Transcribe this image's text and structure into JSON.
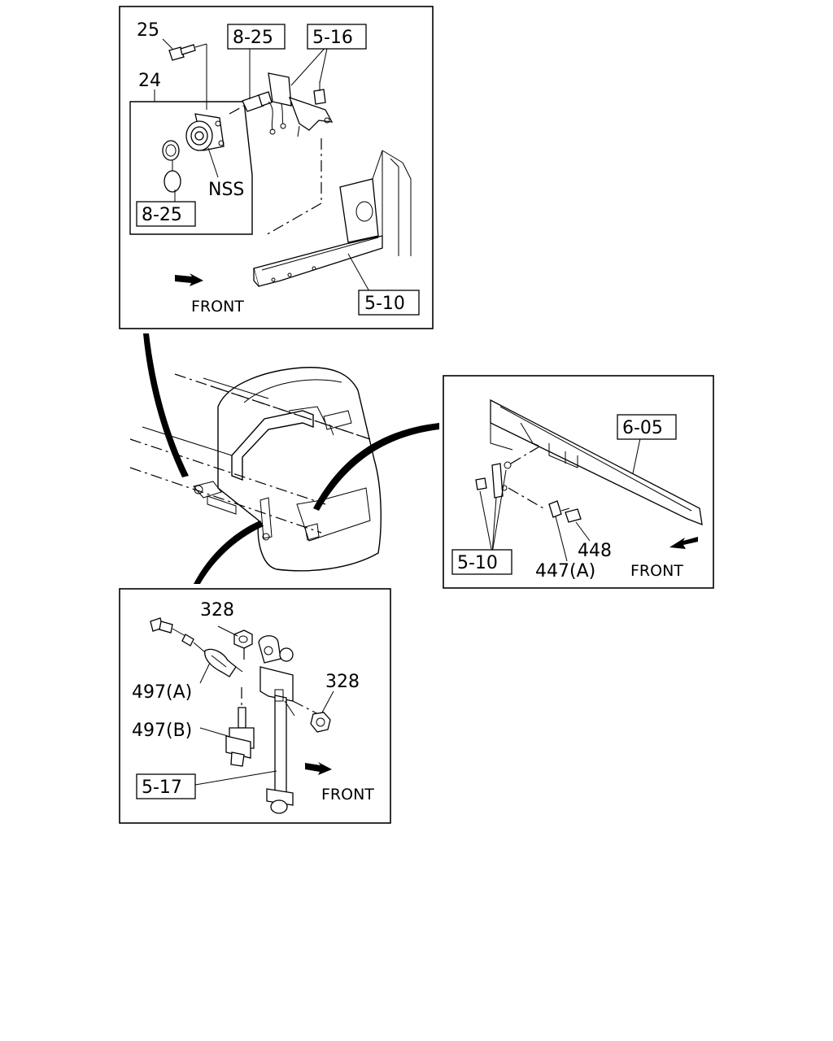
{
  "callouts": {
    "p25": "25",
    "p24": "24",
    "ref_8_25_top": "8-25",
    "ref_5_16": "5-16",
    "nss": "NSS",
    "ref_8_25_bottom": "8-25",
    "ref_5_10_top": "5-10",
    "front_top": "FRONT",
    "ref_6_05": "6-05",
    "p448": "448",
    "p447a": "447(A)",
    "ref_5_10_right": "5-10",
    "front_right": "FRONT",
    "p328_top": "328",
    "p328_right": "328",
    "p497a": "497(A)",
    "p497b": "497(B)",
    "ref_5_17": "5-17",
    "front_bottom": "FRONT"
  },
  "icons": [
    "front-arrow-icon"
  ]
}
